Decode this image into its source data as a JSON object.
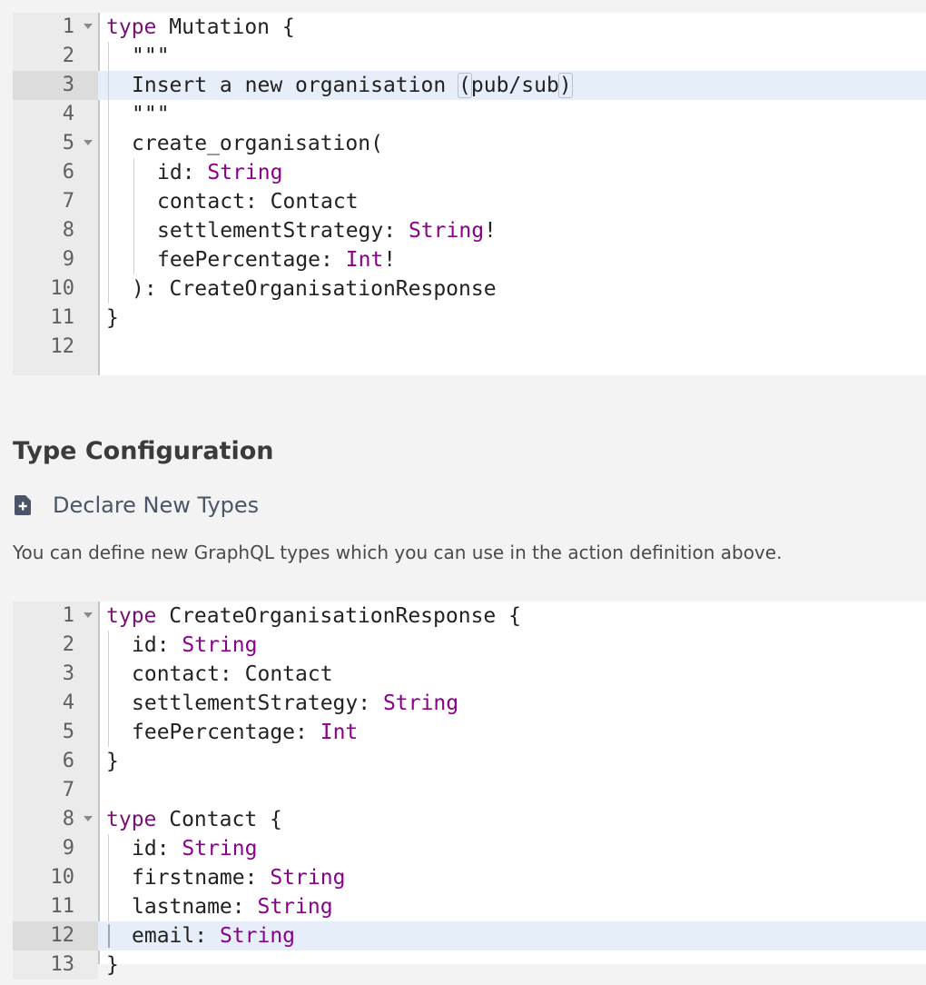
{
  "editor1": {
    "lines": [
      {
        "num": "1",
        "fold": true,
        "tokens": [
          {
            "t": "type",
            "c": "kw"
          },
          {
            "t": " Mutation {",
            "c": ""
          }
        ]
      },
      {
        "num": "2",
        "indent": 1,
        "tokens": [
          {
            "t": "\"\"\"",
            "c": ""
          }
        ]
      },
      {
        "num": "3",
        "indent": 1,
        "active": true,
        "tokens": [
          {
            "t": "Insert a new organisation ",
            "c": ""
          },
          {
            "t": "(",
            "c": "mbr"
          },
          {
            "t": "pub/sub",
            "c": ""
          },
          {
            "t": ")",
            "c": "mbr"
          }
        ]
      },
      {
        "num": "4",
        "indent": 1,
        "tokens": [
          {
            "t": "\"\"\"",
            "c": ""
          }
        ]
      },
      {
        "num": "5",
        "fold": true,
        "indent": 1,
        "tokens": [
          {
            "t": "create_organisation(",
            "c": ""
          }
        ]
      },
      {
        "num": "6",
        "indent": 2,
        "tokens": [
          {
            "t": "id: ",
            "c": ""
          },
          {
            "t": "String",
            "c": "ty"
          }
        ]
      },
      {
        "num": "7",
        "indent": 2,
        "tokens": [
          {
            "t": "contact: Contact",
            "c": ""
          }
        ]
      },
      {
        "num": "8",
        "indent": 2,
        "tokens": [
          {
            "t": "settlementStrategy: ",
            "c": ""
          },
          {
            "t": "String",
            "c": "ty"
          },
          {
            "t": "!",
            "c": ""
          }
        ]
      },
      {
        "num": "9",
        "indent": 2,
        "tokens": [
          {
            "t": "feePercentage: ",
            "c": ""
          },
          {
            "t": "Int",
            "c": "ty"
          },
          {
            "t": "!",
            "c": ""
          }
        ]
      },
      {
        "num": "10",
        "indent": 1,
        "tokens": [
          {
            "t": "): CreateOrganisationResponse",
            "c": ""
          }
        ]
      },
      {
        "num": "11",
        "tokens": [
          {
            "t": "}",
            "c": ""
          }
        ]
      },
      {
        "num": "12",
        "tokens": []
      }
    ]
  },
  "type_config": {
    "title": "Type Configuration",
    "declare_label": "Declare New Types",
    "help_text": "You can define new GraphQL types which you can use in the action definition above."
  },
  "editor2": {
    "lines": [
      {
        "num": "1",
        "fold": true,
        "tokens": [
          {
            "t": "type",
            "c": "kw"
          },
          {
            "t": " CreateOrganisationResponse {",
            "c": ""
          }
        ]
      },
      {
        "num": "2",
        "indent": 1,
        "tokens": [
          {
            "t": "id: ",
            "c": ""
          },
          {
            "t": "String",
            "c": "ty"
          }
        ]
      },
      {
        "num": "3",
        "indent": 1,
        "tokens": [
          {
            "t": "contact: Contact",
            "c": ""
          }
        ]
      },
      {
        "num": "4",
        "indent": 1,
        "tokens": [
          {
            "t": "settlementStrategy: ",
            "c": ""
          },
          {
            "t": "String",
            "c": "ty"
          }
        ]
      },
      {
        "num": "5",
        "indent": 1,
        "tokens": [
          {
            "t": "feePercentage: ",
            "c": ""
          },
          {
            "t": "Int",
            "c": "ty"
          }
        ]
      },
      {
        "num": "6",
        "tokens": [
          {
            "t": "}",
            "c": ""
          }
        ]
      },
      {
        "num": "7",
        "tokens": []
      },
      {
        "num": "8",
        "fold": true,
        "tokens": [
          {
            "t": "type",
            "c": "kw"
          },
          {
            "t": " Contact {",
            "c": ""
          }
        ]
      },
      {
        "num": "9",
        "indent": 1,
        "tokens": [
          {
            "t": "id: ",
            "c": ""
          },
          {
            "t": "String",
            "c": "ty"
          }
        ]
      },
      {
        "num": "10",
        "indent": 1,
        "tokens": [
          {
            "t": "firstname: ",
            "c": ""
          },
          {
            "t": "String",
            "c": "ty"
          }
        ]
      },
      {
        "num": "11",
        "indent": 1,
        "tokens": [
          {
            "t": "lastname: ",
            "c": ""
          },
          {
            "t": "String",
            "c": "ty"
          }
        ]
      },
      {
        "num": "12",
        "indent": 1,
        "active": true,
        "cursor": true,
        "tokens": [
          {
            "t": "email: ",
            "c": ""
          },
          {
            "t": "String",
            "c": "ty"
          }
        ]
      },
      {
        "num": "13",
        "tokens": [
          {
            "t": "}",
            "c": ""
          }
        ]
      }
    ]
  },
  "colors": {
    "keyword": "#7a1177",
    "type": "#8b008b",
    "active_line": "#e6eff9",
    "gutter": "#ebebeb",
    "icon": "#4a5567"
  },
  "icons": {
    "declare": "file-plus-icon",
    "fold": "chevron-down-icon"
  }
}
